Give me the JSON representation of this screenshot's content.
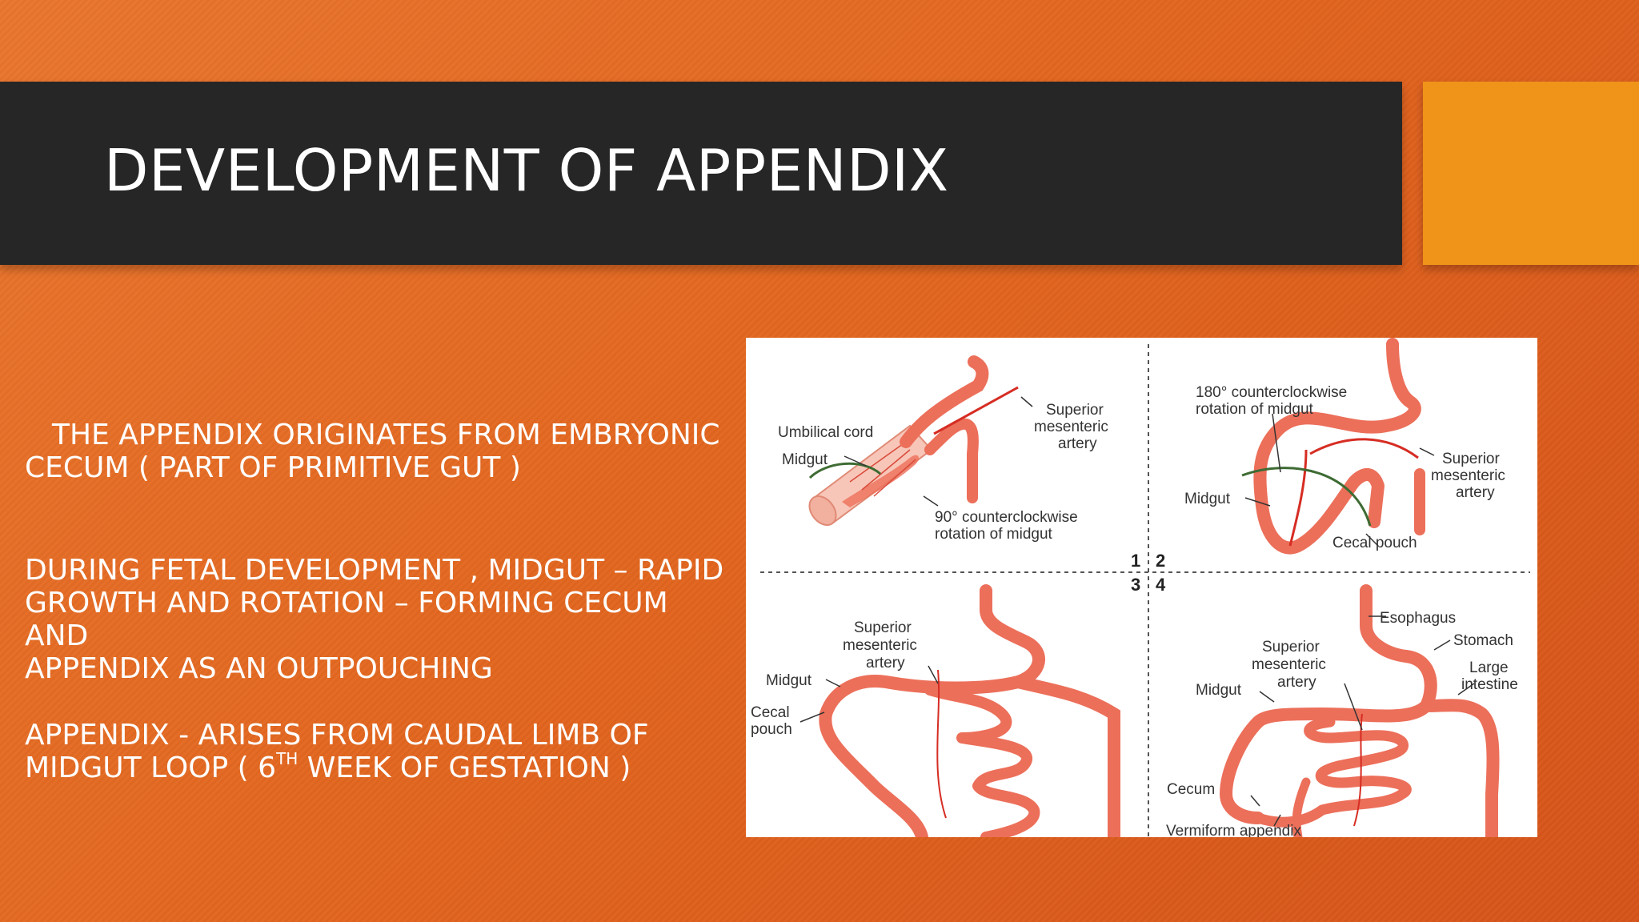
{
  "slide": {
    "title": "DEVELOPMENT OF APPENDIX",
    "bullets": [
      {
        "lines": [
          "THE APPENDIX ORIGINATES FROM EMBRYONIC",
          "CECUM ( PART OF PRIMITIVE GUT )"
        ]
      },
      {
        "lines": [
          "DURING FETAL DEVELOPMENT , MIDGUT – RAPID",
          "GROWTH AND ROTATION – FORMING CECUM AND",
          "APPENDIX AS AN OUTPOUCHING"
        ]
      },
      {
        "line1": "APPENDIX  - ARISES FROM CAUDAL LIMB OF",
        "line2_pre": "MIDGUT LOOP ( 6",
        "line2_sup": "TH",
        "line2_post": " WEEK OF GESTATION )"
      }
    ]
  },
  "figure": {
    "panel_numbers": [
      "1",
      "2",
      "3",
      "4"
    ],
    "panel1": {
      "umbilical_cord": "Umbilical cord",
      "midgut": "Midgut",
      "sma": [
        "Superior",
        "mesenteric",
        "artery"
      ],
      "rotation": [
        "90° counterclockwise",
        "rotation of midgut"
      ]
    },
    "panel2": {
      "rotation": [
        "180° counterclockwise",
        "rotation of midgut"
      ],
      "sma": [
        "Superior",
        "mesenteric",
        "artery"
      ],
      "midgut": "Midgut",
      "cecal_pouch": "Cecal pouch"
    },
    "panel3": {
      "sma": [
        "Superior",
        "mesenteric",
        "artery"
      ],
      "midgut": "Midgut",
      "cecal_pouch": [
        "Cecal",
        "pouch"
      ]
    },
    "panel4": {
      "esophagus": "Esophagus",
      "stomach": "Stomach",
      "large_intestine": [
        "Large",
        "intestine"
      ],
      "sma": [
        "Superior",
        "mesenteric",
        "artery"
      ],
      "midgut": "Midgut",
      "cecum": "Cecum",
      "appendix": "Vermiform appendix"
    }
  },
  "colors": {
    "title_bar": "#262626",
    "accent": "#ef9419",
    "gut": "#ec6f5a",
    "gut_dark": "#d94a3a",
    "rotation_arrow": "#3e6b33"
  }
}
